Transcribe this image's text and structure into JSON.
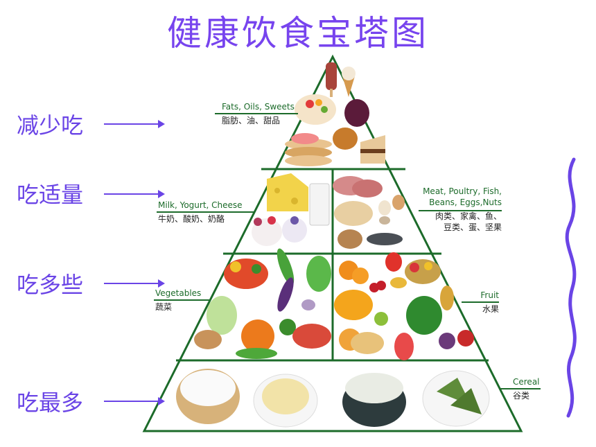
{
  "title": "健康饮食宝塔图",
  "levels": [
    {
      "cn": "减少吃"
    },
    {
      "cn": "吃适量"
    },
    {
      "cn": "吃多些"
    },
    {
      "cn": "吃最多"
    }
  ],
  "groups": {
    "fats": {
      "en": "Fats, Oils, Sweets",
      "cn": "脂肪、油、甜品"
    },
    "dairy": {
      "en": "Milk, Yogurt, Cheese",
      "cn": "牛奶、酸奶、奶酪"
    },
    "meat": {
      "en1": "Meat, Poultry, Fish,",
      "en2": "Beans, Eggs,Nuts",
      "cn1": "肉类、家禽、鱼、",
      "cn2": "豆类、蛋、坚果"
    },
    "vegetables": {
      "en": "Vegetables",
      "cn": "蔬菜"
    },
    "fruit": {
      "en": "Fruit",
      "cn": "水果"
    },
    "cereal": {
      "en": "Cereal",
      "cn": "谷类"
    }
  },
  "colors": {
    "accent": "#6a44e6",
    "title": "#7744ee",
    "pyramid_line": "#1c6b2a"
  }
}
